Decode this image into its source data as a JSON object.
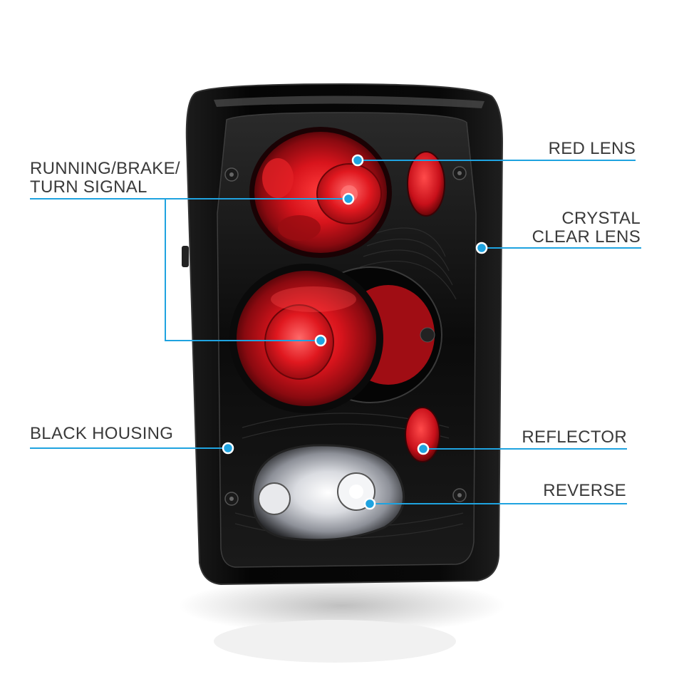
{
  "accent_color": "#1fa3e0",
  "housing_color": "#0c0c0c",
  "lens_color": "#c8101a",
  "labels": {
    "running_brake_turn": [
      "RUNNING/BRAKE/",
      "TURN SIGNAL"
    ],
    "black_housing": "BLACK HOUSING",
    "red_lens": "RED LENS",
    "crystal_clear_lens": [
      "CRYSTAL",
      "CLEAR LENS"
    ],
    "reflector": "REFLECTOR",
    "reverse": "REVERSE"
  }
}
